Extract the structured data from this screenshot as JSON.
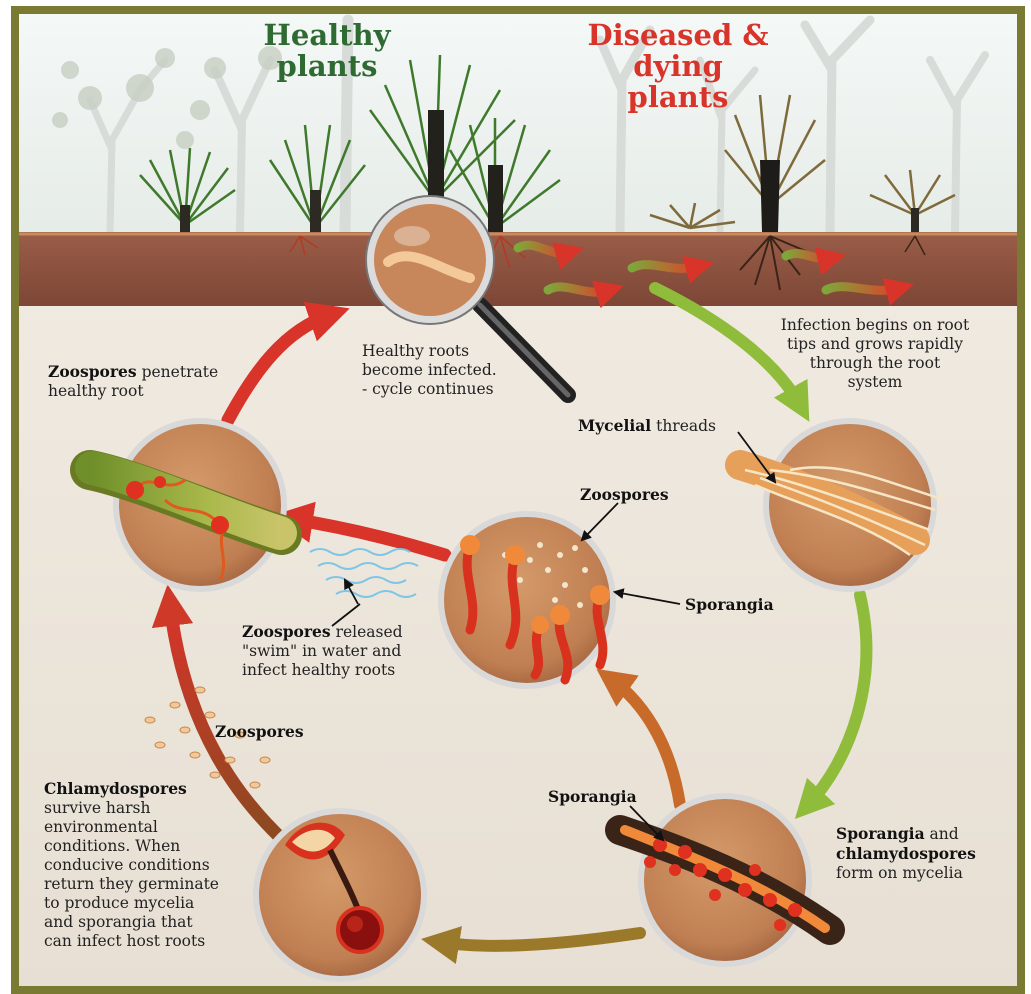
{
  "headers": {
    "healthy": [
      "Healthy",
      "plants"
    ],
    "diseased": [
      "Diseased &",
      "dying plants"
    ]
  },
  "labels": {
    "healthy_roots_infected": [
      "Healthy roots",
      "become infected.",
      "- cycle continues"
    ],
    "infection_begins": [
      "Infection begins on root",
      "tips and grows rapidly",
      "through the root",
      "system"
    ],
    "mycelial": {
      "bold": "Mycelial",
      "rest": " threads"
    },
    "zoospores_penetrate": {
      "bold": "Zoospores",
      "rest": " penetrate",
      "line2": "healthy root"
    },
    "zoospores_top": "Zoospores",
    "sporangia_mid": "Sporangia",
    "zoospores_released": {
      "bold": "Zoospores",
      "rest": " released",
      "line2": "\"swim\" in water and",
      "line3": "infect healthy roots"
    },
    "zoospores_left": "Zoospores",
    "sporangia_low": "Sporangia",
    "sporangia_form": {
      "bold1": "Sporangia",
      "rest1": " and",
      "bold2": "chlamydospores",
      "line3": "form on mycelia"
    },
    "chlamydospores": {
      "bold": "Chlamydospores",
      "lines": [
        "survive harsh",
        "environmental",
        "conditions. When",
        "conducive conditions",
        "return they germinate",
        "to produce mycelia",
        "and sporangia that",
        "can infect host roots"
      ]
    }
  },
  "colors": {
    "frame": "#7a7a32",
    "sky": "#eef3f1",
    "soil": "#8a5240",
    "ground": "#efe9e0",
    "disc": "#c78a5c",
    "arrow_red": "#d8342a",
    "arrow_green": "#8fbc3a",
    "healthy_text": "#2f6a33",
    "diseased_text": "#d8342a"
  }
}
